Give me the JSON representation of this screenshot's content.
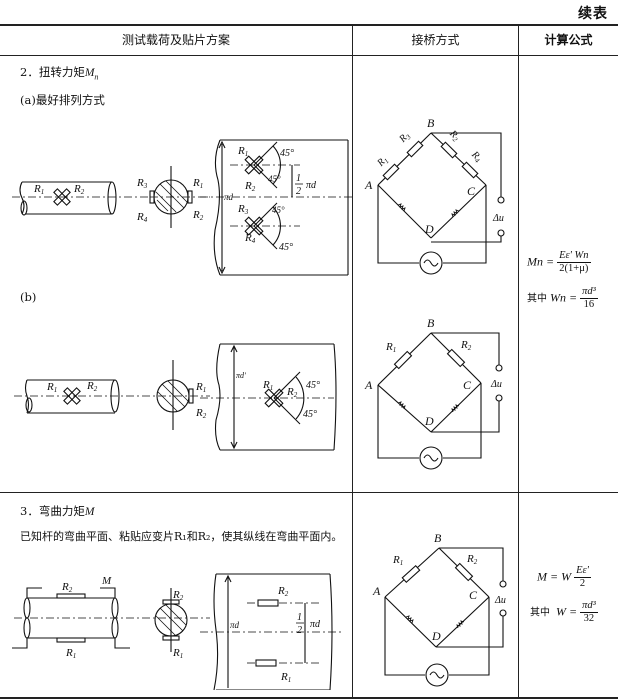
{
  "page": {
    "continued_label": "续表"
  },
  "table": {
    "headers": [
      "测试载荷及贴片方案",
      "接桥方式",
      "计算公式"
    ]
  },
  "section_torsion": {
    "title_prefix": "2．扭转力矩",
    "title_symbol": "M",
    "title_sub": "n",
    "case_a_label": "(a)最好排列方式",
    "case_b_label": "(b)",
    "diagram_a": {
      "shaft_labels": [
        "R1",
        "R2"
      ],
      "section_labels": [
        "R3",
        "R1",
        "R4",
        "R2"
      ],
      "unrolled_labels": [
        "R1",
        "R2",
        "R3",
        "R4"
      ],
      "angles": [
        "45°",
        "45°",
        "45°",
        "45°"
      ],
      "circumference": "πd",
      "half_spacing": "½πd"
    },
    "bridge_a": {
      "nodes": [
        "A",
        "B",
        "C",
        "D"
      ],
      "arm_labels": [
        "R1",
        "R3",
        "R2",
        "R4"
      ],
      "output": "Δu",
      "source": "~"
    },
    "diagram_b": {
      "shaft_labels": [
        "R1",
        "R2"
      ],
      "section_labels": [
        "R1",
        "R2"
      ],
      "unrolled_labels": [
        "R1",
        "R2"
      ],
      "angles": [
        "45°",
        "45°"
      ],
      "circumference": "πd'"
    },
    "bridge_b": {
      "nodes": [
        "A",
        "B",
        "C",
        "D"
      ],
      "arm_labels": [
        "R1",
        "R2"
      ],
      "output": "Δu",
      "source": "~"
    },
    "formula": {
      "lhs": "Mn =",
      "num": "Eε' Wn",
      "den": "2(1+μ)",
      "where_label": "其中",
      "w_lhs": "Wn =",
      "w_num": "πd³",
      "w_den": "16"
    }
  },
  "section_bending": {
    "title_prefix": "3．弯曲力矩",
    "title_symbol": "M",
    "description": "已知杆的弯曲平面、粘贴应变片R₁和R₂，使其纵线在弯曲平面内。",
    "diagram": {
      "shaft_labels": [
        "R2",
        "M",
        "R1"
      ],
      "section_labels": [
        "R2",
        "R1"
      ],
      "unrolled_labels": [
        "R2",
        "R1"
      ],
      "circumference": "πd",
      "half_spacing": "½πd"
    },
    "bridge": {
      "nodes": [
        "A",
        "B",
        "C",
        "D"
      ],
      "arm_labels": [
        "R1",
        "R2"
      ],
      "output": "Δu",
      "source": "~"
    },
    "formula": {
      "lhs": "M = W",
      "num": "Eε'",
      "den": "2",
      "where_label": "其中",
      "w_lhs": "W =",
      "w_num": "πd³",
      "w_den": "32"
    }
  }
}
